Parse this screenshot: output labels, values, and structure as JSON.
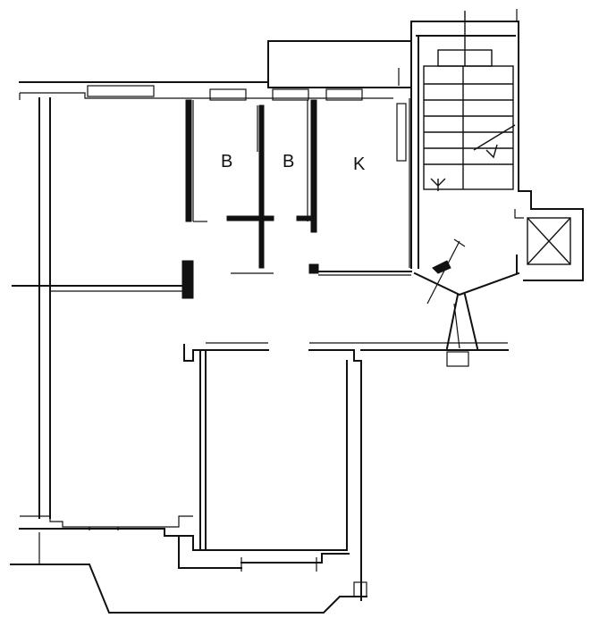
{
  "floor_plan": {
    "rooms": [
      {
        "id": "bathroom-1",
        "label": "B"
      },
      {
        "id": "bathroom-2",
        "label": "B"
      },
      {
        "id": "kitchen",
        "label": "K"
      }
    ],
    "symbols": [
      "staircase-icon",
      "elevator-icon",
      "door-swing-icon"
    ]
  }
}
